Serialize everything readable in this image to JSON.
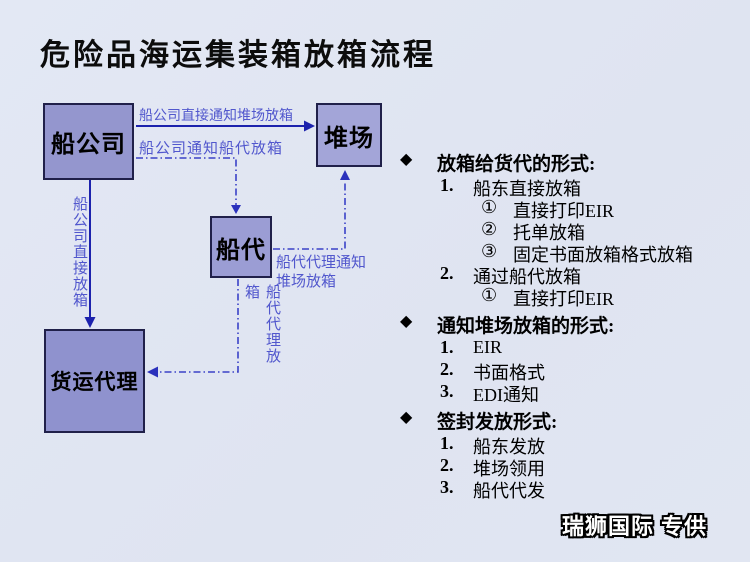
{
  "header": {
    "title": "危险品海运集装箱放箱流程"
  },
  "diagram": {
    "nodes": {
      "ship_company": {
        "label": "船公司"
      },
      "yard": {
        "label": "堆场"
      },
      "ship_agent": {
        "label": "船代"
      },
      "freight_forwarder": {
        "label": "货运代理"
      }
    },
    "edge_labels": {
      "company_direct_notify_yard": "船公司直接通知堆场放箱",
      "company_notify_agent": "船公司通知船代放箱",
      "agent_notify_yard": "船代代理通知堆场放箱",
      "company_direct_release": "船公司直接放箱",
      "agent_release": "船代代理放箱"
    }
  },
  "panel": {
    "bullets": [
      {
        "level": 0,
        "marker": "◆",
        "text": "放箱给货代的形式:"
      },
      {
        "level": 1,
        "marker": "1.",
        "text": "船东直接放箱"
      },
      {
        "level": 2,
        "marker": "①",
        "text": "直接打印EIR"
      },
      {
        "level": 2,
        "marker": "②",
        "text": "托单放箱"
      },
      {
        "level": 2,
        "marker": "③",
        "text": "固定书面放箱格式放箱"
      },
      {
        "level": 1,
        "marker": "2.",
        "text": "通过船代放箱"
      },
      {
        "level": 2,
        "marker": "①",
        "text": "直接打印EIR"
      },
      {
        "level": 0,
        "marker": "◆",
        "text": "通知堆场放箱的形式:"
      },
      {
        "level": 1,
        "marker": "1.",
        "text": "EIR"
      },
      {
        "level": 1,
        "marker": "2.",
        "text": "书面格式"
      },
      {
        "level": 1,
        "marker": "3.",
        "text": "EDI通知"
      },
      {
        "level": 0,
        "marker": "◆",
        "text": "签封发放形式:"
      },
      {
        "level": 1,
        "marker": "1.",
        "text": "船东发放"
      },
      {
        "level": 1,
        "marker": "2.",
        "text": "堆场领用"
      },
      {
        "level": 1,
        "marker": "3.",
        "text": "船代代发"
      }
    ]
  },
  "footer": {
    "watermark": "瑞狮国际 专供"
  },
  "colors": {
    "background": "#e0e5f1",
    "node_fill": "#9799d0",
    "node_border": "#20204a",
    "solid_arrow": "#1c22ad",
    "dashed_arrow": "#3a41c8",
    "edge_label_text": "#5157cd",
    "body_text": "#000000",
    "watermark_text": "#ffffff"
  }
}
